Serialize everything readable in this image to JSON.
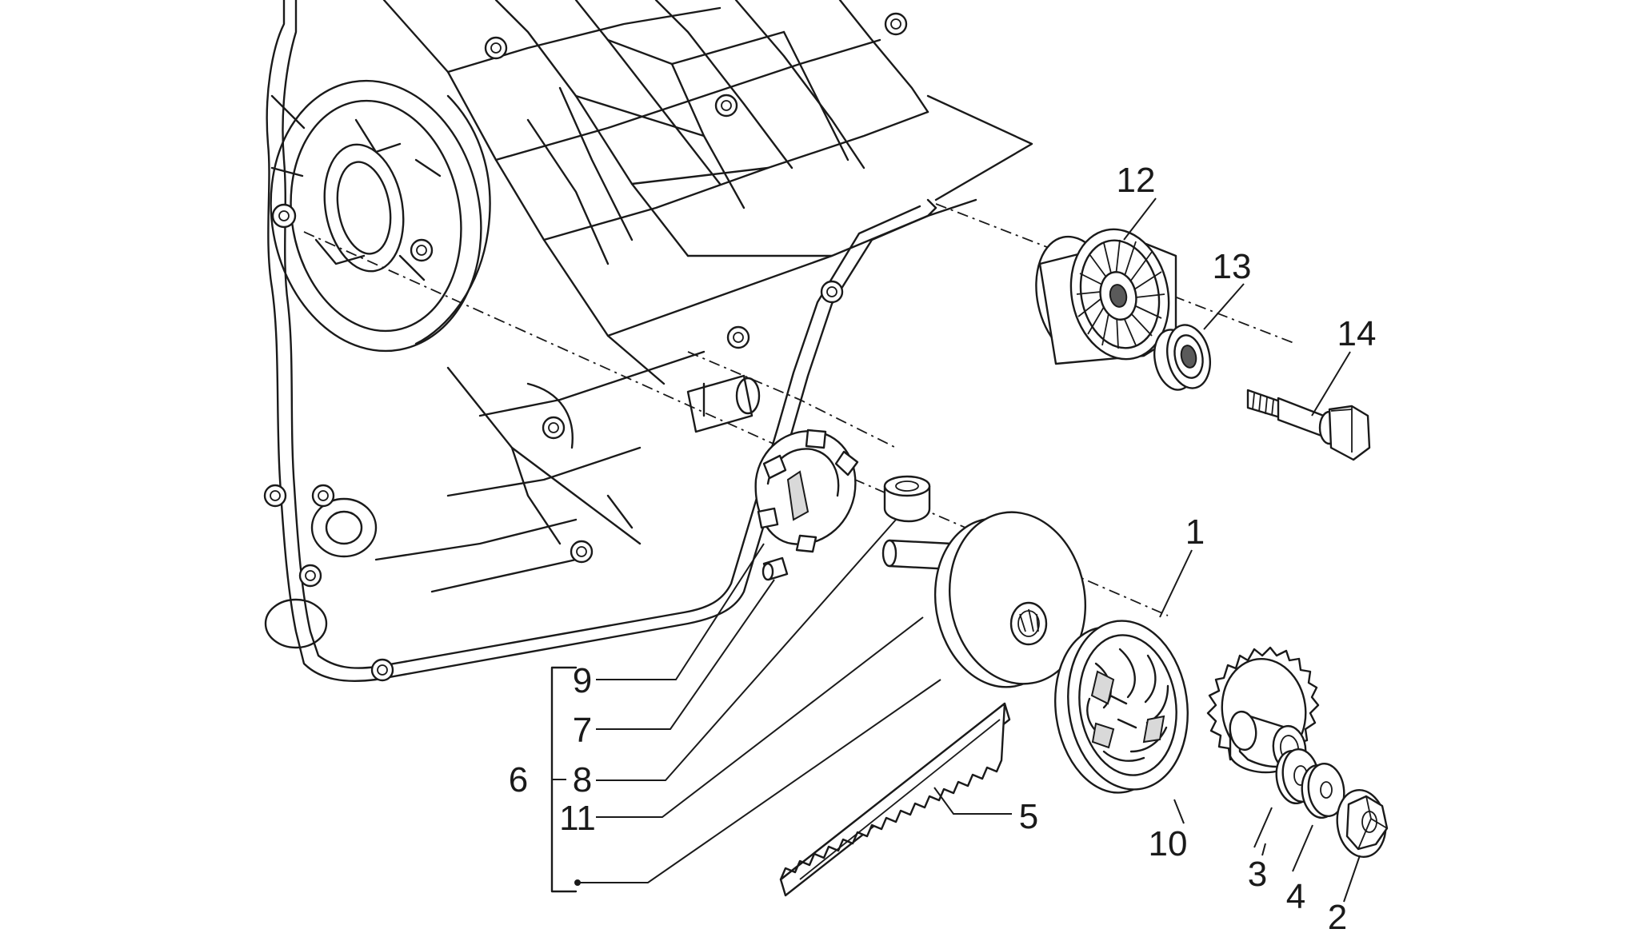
{
  "callouts": {
    "c1": "1",
    "c2": "2",
    "c3": "3",
    "c4": "4",
    "c5": "5",
    "c6": "6",
    "c7": "7",
    "c8": "8",
    "c9": "9",
    "c10": "10",
    "c11": "11",
    "c12": "12",
    "c13": "13",
    "c14": "14"
  },
  "colors": {
    "line": "#1a1a1a",
    "background": "#ffffff",
    "shade": "#d9d9d9"
  }
}
